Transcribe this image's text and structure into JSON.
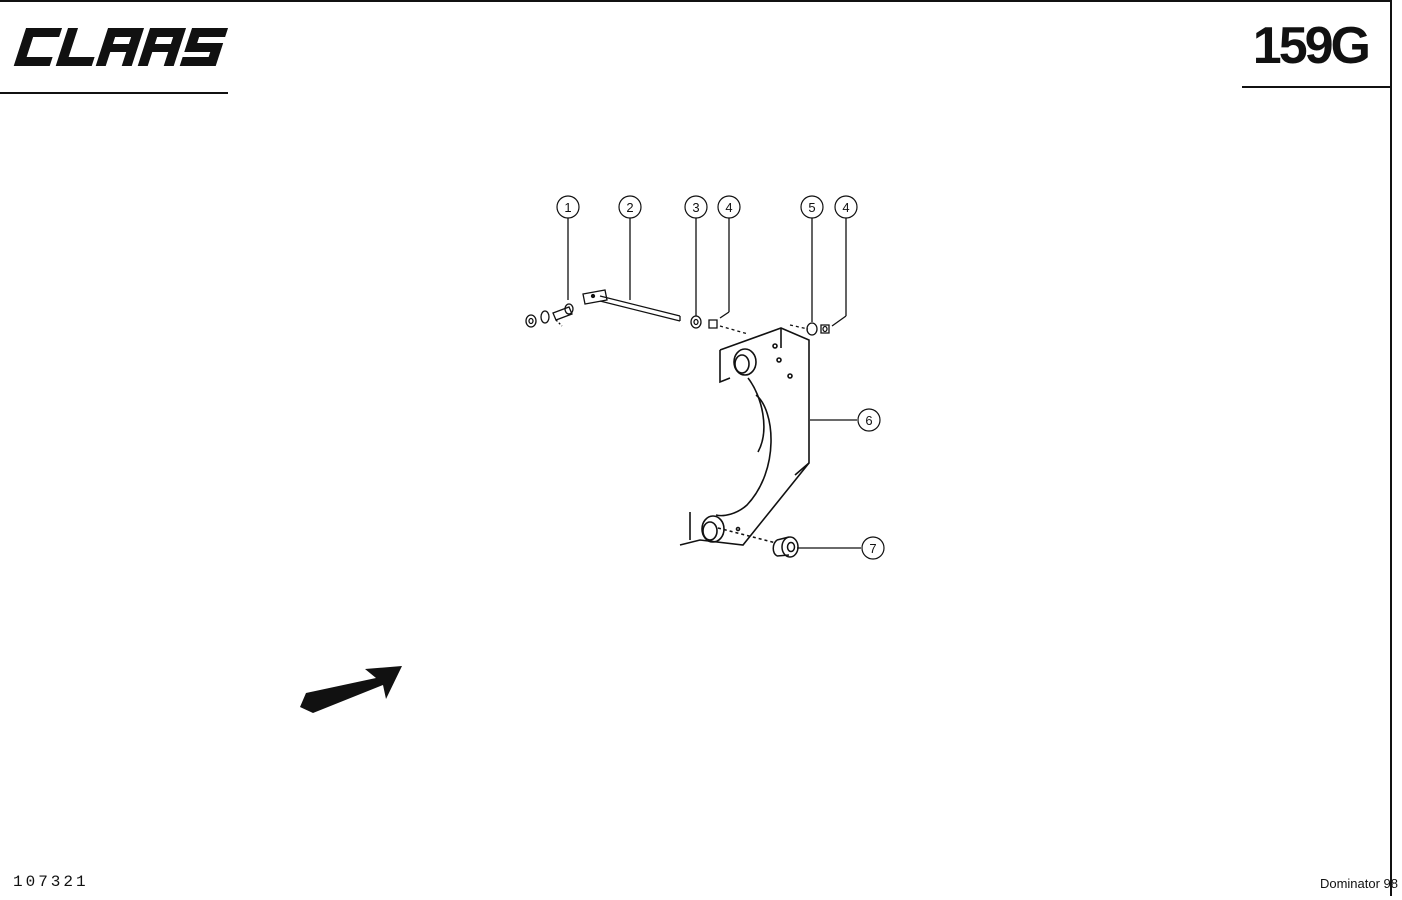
{
  "header": {
    "brand": "CLAAS",
    "page_code": "159G"
  },
  "callouts": [
    {
      "number": "1"
    },
    {
      "number": "2"
    },
    {
      "number": "3"
    },
    {
      "number": "4"
    },
    {
      "number": "5"
    },
    {
      "number": "4"
    },
    {
      "number": "6"
    },
    {
      "number": "7"
    }
  ],
  "footer": {
    "drawing_number": "107321",
    "model": "Dominator 98"
  },
  "icons": {
    "direction": "direction-arrow-icon"
  },
  "colors": {
    "ink": "#111111",
    "paper": "#ffffff"
  }
}
